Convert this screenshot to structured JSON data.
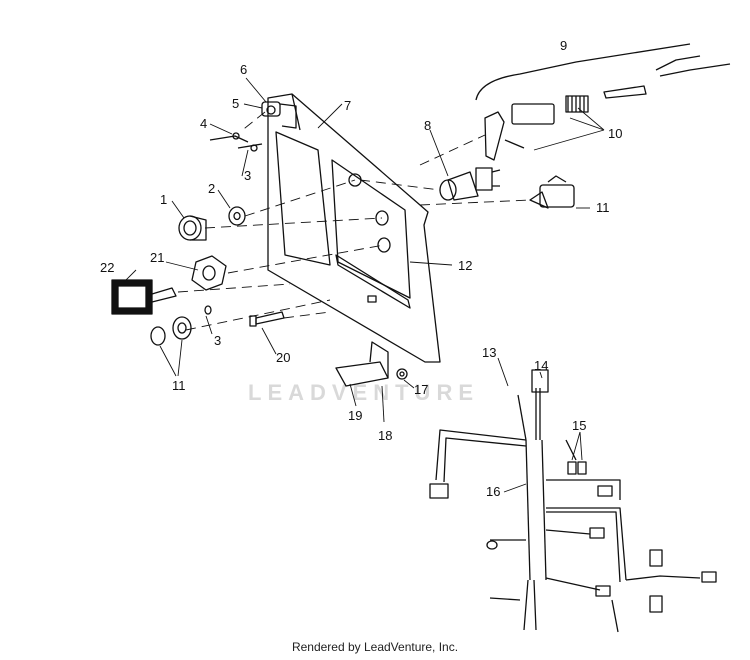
{
  "callouts": {
    "c1": "1",
    "c2": "2",
    "c3a": "3",
    "c3b": "3",
    "c4": "4",
    "c5": "5",
    "c6": "6",
    "c7": "7",
    "c8": "8",
    "c9": "9",
    "c10": "10",
    "c11a": "11",
    "c11b": "11",
    "c12": "12",
    "c13": "13",
    "c14": "14",
    "c15": "15",
    "c16": "16",
    "c17": "17",
    "c18": "18",
    "c19": "19",
    "c20": "20",
    "c21": "21",
    "c22": "22"
  },
  "watermark": "LEADVENTURE",
  "footer": "Rendered by LeadVenture, Inc."
}
